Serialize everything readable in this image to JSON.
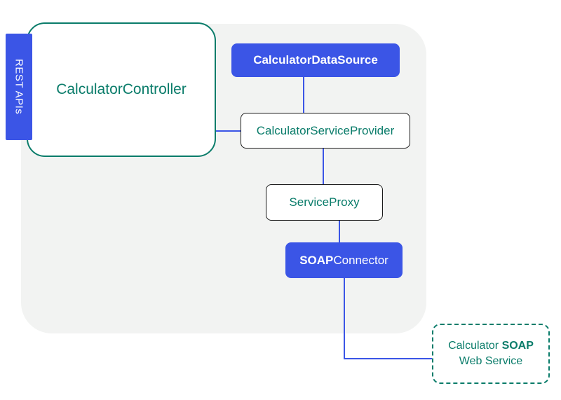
{
  "diagram": {
    "rest_api_tab": {
      "label": "REST APIs"
    },
    "nodes": {
      "controller": {
        "label": "CalculatorController"
      },
      "datasource": {
        "label": "CalculatorDataSource"
      },
      "service_provider": {
        "label": "CalculatorServiceProvider"
      },
      "service_proxy": {
        "label": "ServiceProxy"
      },
      "soap_connector": {
        "label_bold": "SOAP",
        "label_rest": "Connector"
      },
      "soap_web_service": {
        "line1_prefix": "Calculator ",
        "line1_bold": "SOAP",
        "line2": "Web Service"
      }
    },
    "colors": {
      "node_blue": "#3b55e6",
      "teal": "#0a7c6a",
      "container_bg": "#f2f3f2",
      "outline_border": "#1a1a1a",
      "edge_blue": "#3b55e6"
    }
  }
}
